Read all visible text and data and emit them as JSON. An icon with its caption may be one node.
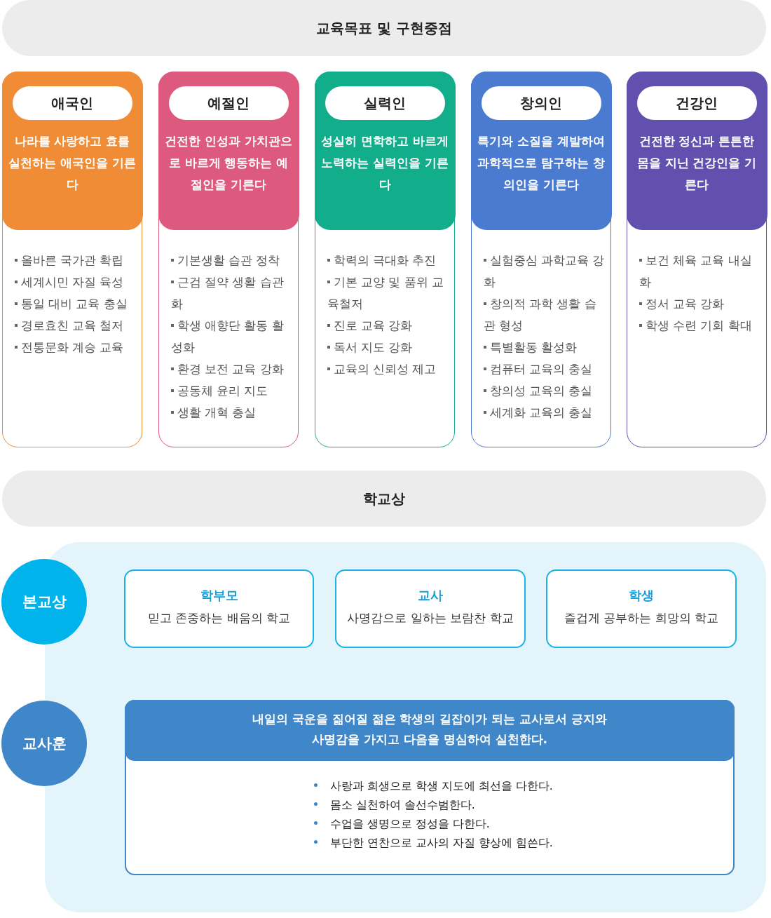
{
  "diagram": {
    "nodes": [
      {
        "text": [
          "교육목표 및 구현중점"
        ]
      },
      {
        "text": [
          "애국인",
          "나라를 사랑하고 효를 실천하는 애국인을 기른다",
          "올바른 국가관 확립",
          "세계시민 자질 육성",
          "통일 대비 교육 충실",
          "경로효친 교육 철저",
          "전통문화 계승 교육"
        ]
      },
      {
        "text": [
          "예절인",
          "건전한 인성과 가치관으로 바르게 행동하는 예절인을 기른다",
          "기본생활 습관 정착",
          "근검 절약 생활 습관화",
          "학생 애향단 활동 활성화",
          "환경 보전 교육 강화",
          "공동체 윤리 지도",
          "생활 개혁 충실"
        ]
      },
      {
        "text": [
          "실력인",
          "성실히 면학하고 바르게 노력하는 실력인을 기른다",
          "학력의 극대화 추진",
          "기본 교양 및 품위 교육철저",
          "진로 교육 강화",
          "독서 지도 강화",
          "교육의 신뢰성 제고"
        ]
      },
      {
        "text": [
          "창의인",
          "특기와 소질을 계발하여 과학적으로 탐구하는 창의인을 기른다",
          "실험중심 과학교육 강화",
          "창의적 과학 생활 습관 형성",
          "특별활동 활성화",
          "컴퓨터 교육의 충실",
          "창의성 교육의 충실",
          "세계화 교육의 충실"
        ]
      },
      {
        "text": [
          "건강인",
          "건전한 정신과 튼튼한 몸을 지닌 건강인을 기른다",
          "보건 체육 교육 내실화",
          "정서 교육 강화",
          "학생 수련 기회 확대"
        ]
      },
      {
        "text": [
          "학교상"
        ]
      },
      {
        "text": [
          "본교상"
        ]
      },
      {
        "text": [
          "학부모",
          "믿고 존중하는 배움의 학교"
        ]
      },
      {
        "text": [
          "교사",
          "사명감으로 일하는 보람찬 학교"
        ]
      },
      {
        "text": [
          "학생",
          "즐겁게 공부하는 희망의 학교"
        ]
      },
      {
        "text": [
          "교사훈"
        ]
      },
      {
        "text": [
          "내일의 국운을 짊어질 젊은 학생의 길잡이가 되는 교사로서 긍지와 사명감을 가지고 다음을 명심하여 실천한다.",
          "사랑과 희생으로 학생 지도에 최선을 다한다.",
          "몸소 실천하여 솔선수범한다.",
          "수업을 생명으로 정성을 다한다.",
          "부단한 연찬으로 교사의 자질 향상에 힘쓴다."
        ]
      }
    ]
  }
}
